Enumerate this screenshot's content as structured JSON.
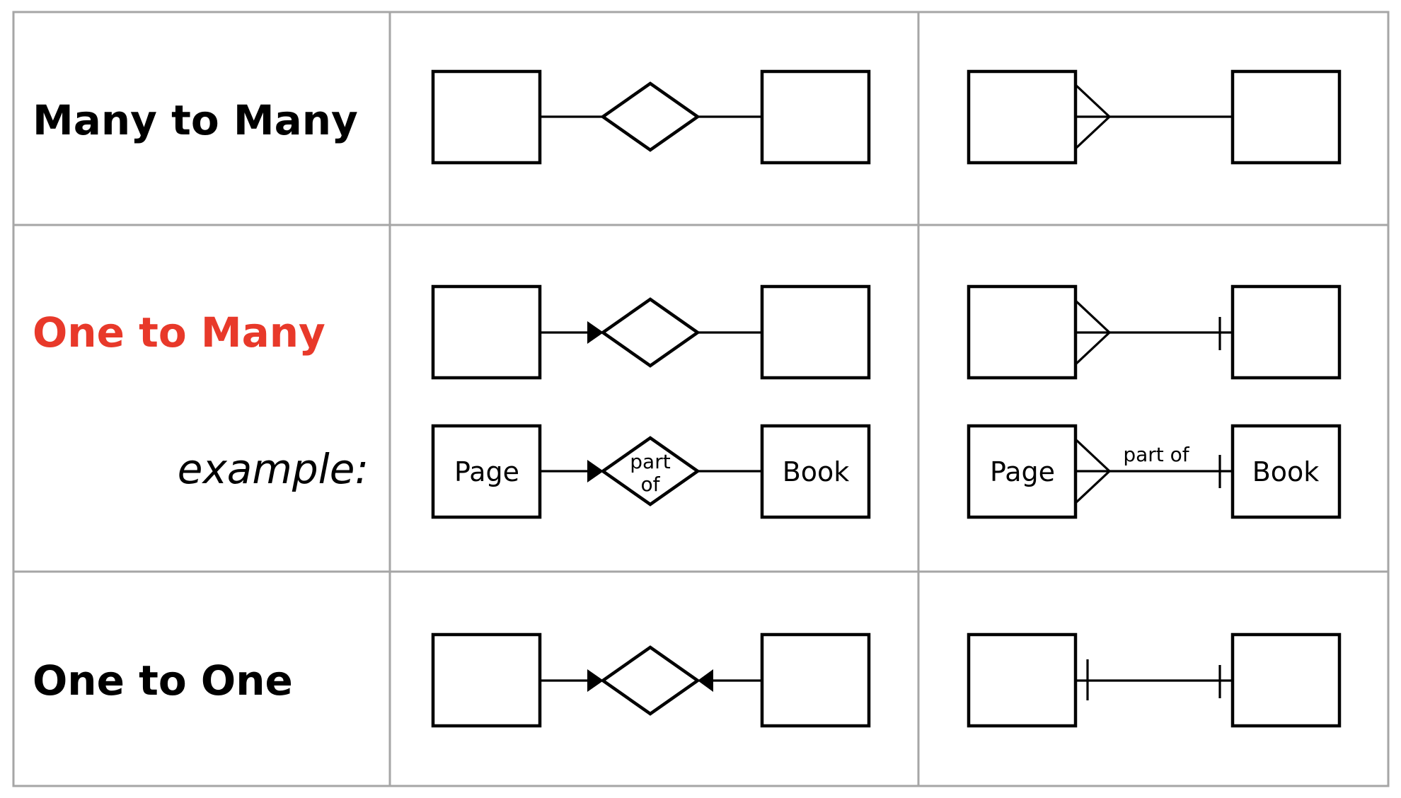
{
  "colors": {
    "grid": "#a6a6a6",
    "title_default": "#000000",
    "title_highlight": "#e8392a",
    "stroke": "#000000"
  },
  "rows": {
    "many_to_many": {
      "title": "Many to Many"
    },
    "one_to_many": {
      "title": "One to Many",
      "example_label": "example:",
      "example": {
        "entity_left": "Page",
        "entity_right": "Book",
        "relationship_line1": "part",
        "relationship_line2": "of",
        "crowsfoot_label": "part of"
      }
    },
    "one_to_one": {
      "title": "One to One"
    }
  }
}
